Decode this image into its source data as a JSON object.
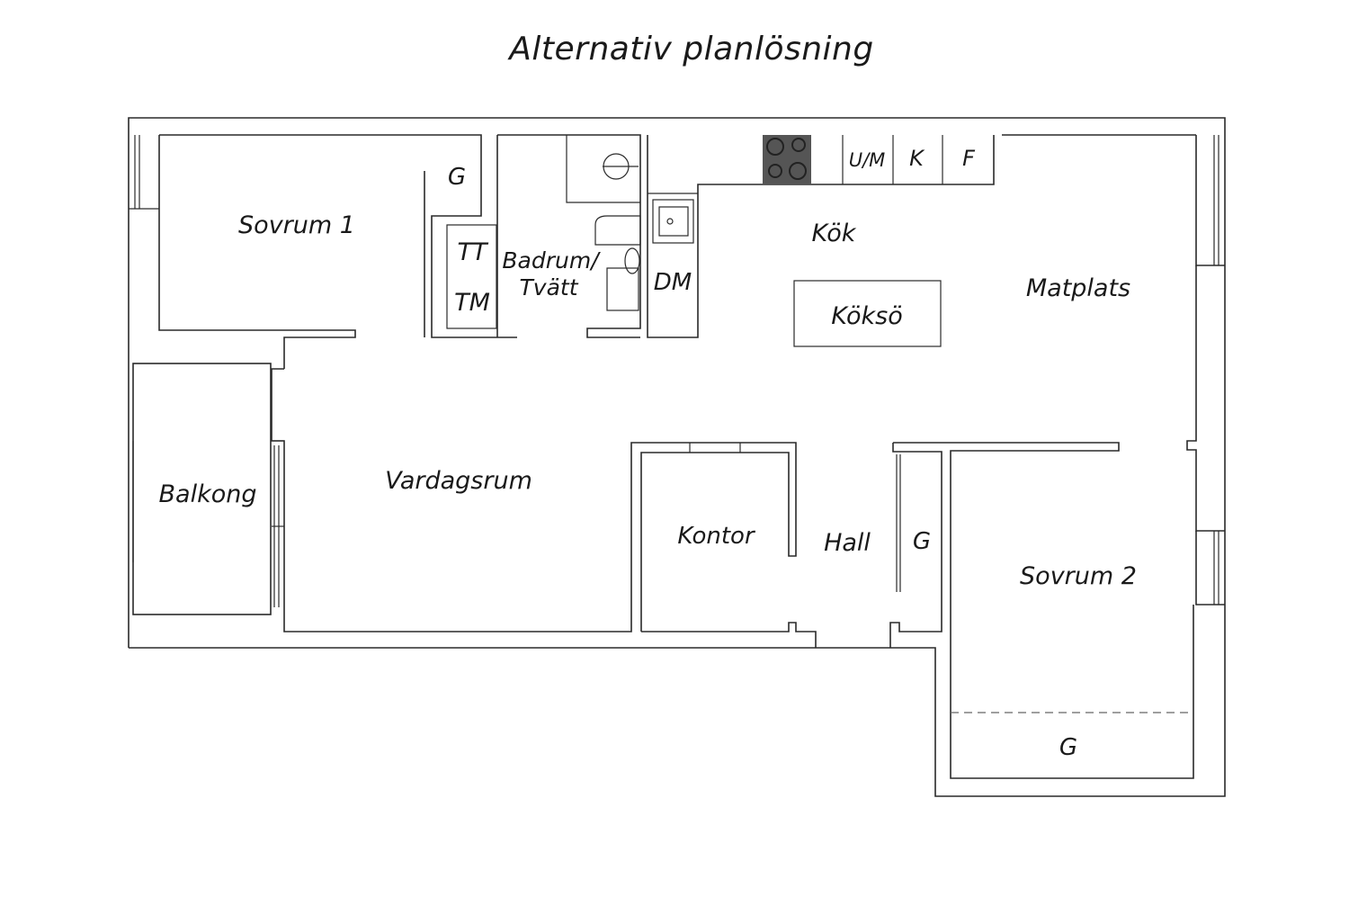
{
  "title": "Alternativ planlösning",
  "rooms": {
    "sovrum1": "Sovrum 1",
    "g_sovrum1": "G",
    "tt": "TT",
    "tm": "TM",
    "badrum_line1": "Badrum/",
    "badrum_line2": "Tvätt",
    "dm": "DM",
    "um": "U/M",
    "k": "K",
    "f": "F",
    "kok": "Kök",
    "koksø": "Köksö",
    "matplats": "Matplats",
    "balkong": "Balkong",
    "vardagsrum": "Vardagsrum",
    "kontor": "Kontor",
    "hall": "Hall",
    "g_hall": "G",
    "sovrum2": "Sovrum 2",
    "g_sovrum2": "G"
  },
  "colors": {
    "wall": "#2a2a2a",
    "stove": "#555555",
    "background": "#ffffff"
  }
}
